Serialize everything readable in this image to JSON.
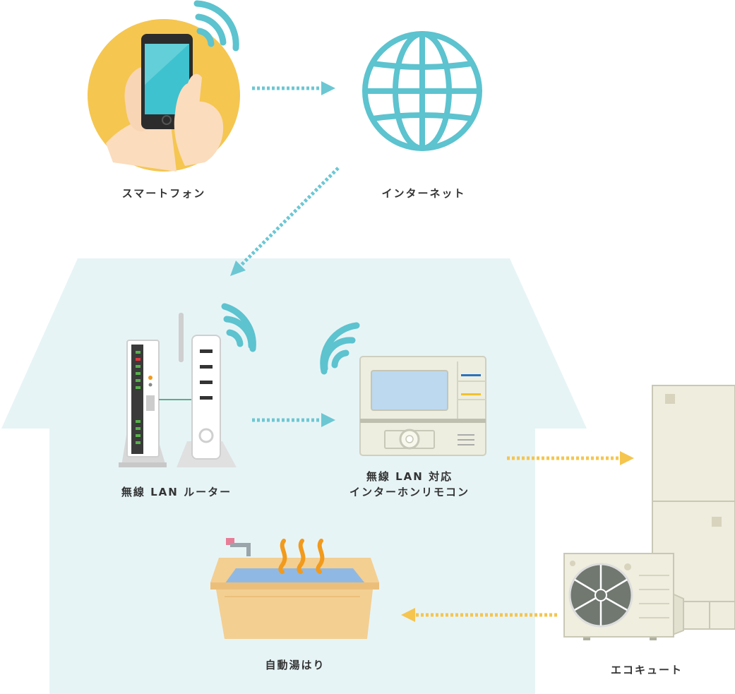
{
  "nodes": {
    "smartphone": {
      "label": "スマートフォン"
    },
    "internet": {
      "label": "インターネット"
    },
    "router": {
      "label": "無線 LAN ルーター"
    },
    "remote": {
      "label_line1": "無線 LAN 対応",
      "label_line2": "インターホンリモコン"
    },
    "bath": {
      "label": "自動湯はり"
    },
    "ecocute": {
      "label": "エコキュート"
    }
  },
  "colors": {
    "house_bg": "#e7f4f6",
    "wireless": "#5cc3cf",
    "arrow_blue": "#6cc7d3",
    "arrow_yellow": "#f5c54e",
    "phone_circle": "#f5c650",
    "steam": "#f29a1c",
    "bath_water": "#8fb9e4",
    "bath_tub": "#f3cf92",
    "ecocute_body": "#eeedde"
  },
  "icons": [
    "smartphone-icon",
    "globe-icon",
    "wifi-icon",
    "router-icon",
    "intercom-remote-icon",
    "bathtub-icon",
    "water-heater-icon",
    "heat-pump-fan-icon"
  ]
}
